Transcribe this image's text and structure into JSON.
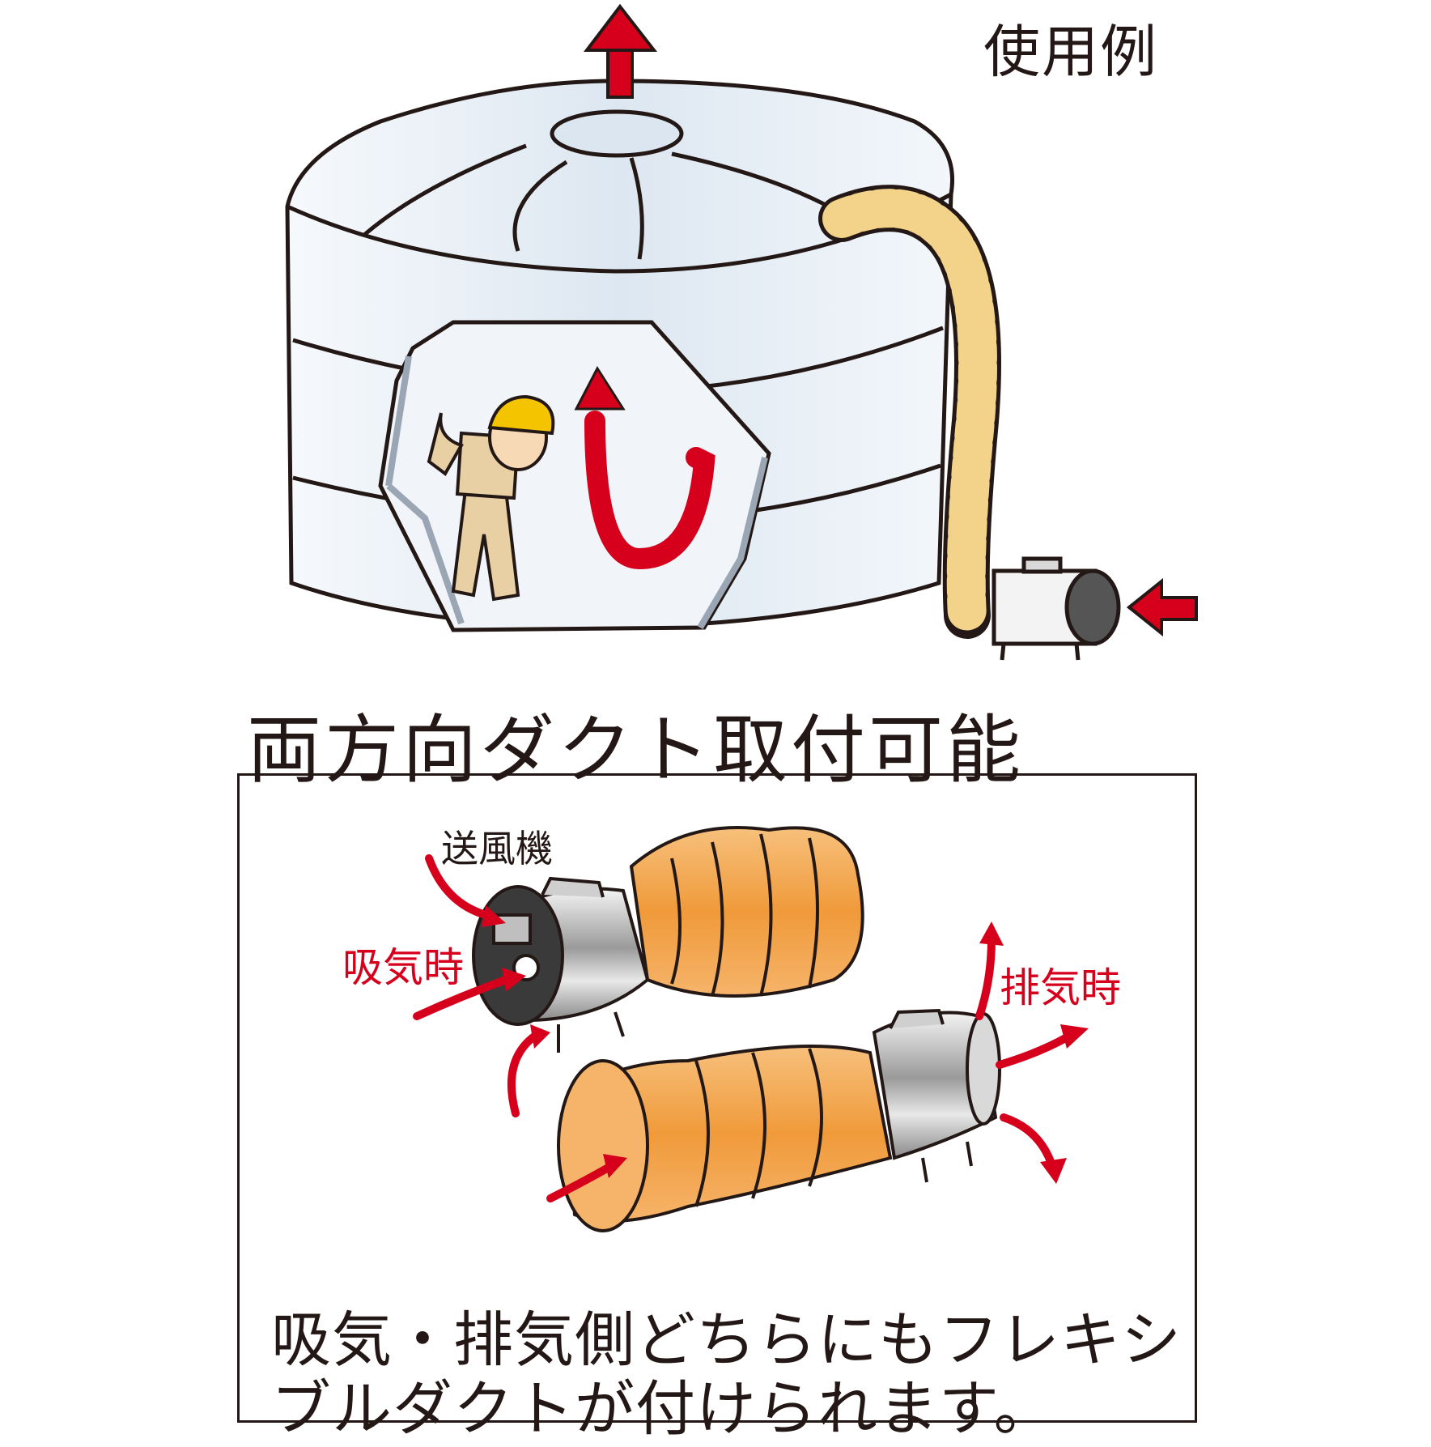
{
  "usage_label": "使用例",
  "heading": "両方向ダクト取付可能",
  "labels": {
    "blower": "送風機",
    "intake": "吸気時",
    "exhaust": "排気時"
  },
  "caption": {
    "line1": "吸気・排気側どちらにもフレキシ",
    "line2": "ブルダクトが付けられます。"
  },
  "colors": {
    "arrow_red": "#d6001c",
    "duct_orange": "#f0a04b",
    "tank_blue": "#e6eef6",
    "hose_yellow": "#f3d28a",
    "outline": "#231815"
  }
}
